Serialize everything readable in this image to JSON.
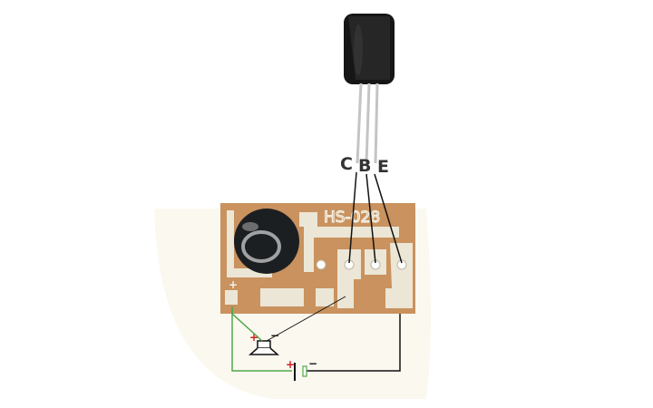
{
  "transistor": {
    "pins": [
      {
        "label": "C"
      },
      {
        "label": "B"
      },
      {
        "label": "E"
      }
    ]
  },
  "board": {
    "model_label": "HS-028",
    "plus_label": "+"
  },
  "speaker": {
    "plus_label": "+",
    "minus_label": "−"
  },
  "battery": {
    "plus_label": "+",
    "minus_label": "−"
  },
  "colors": {
    "board": "#c9925e",
    "copper_trace": "#ece6d6",
    "transistor_body": "#161616",
    "wire_black": "#111111",
    "wire_green": "#4fa84b",
    "label_dark": "#333333",
    "polarity_red": "#cc2222"
  }
}
